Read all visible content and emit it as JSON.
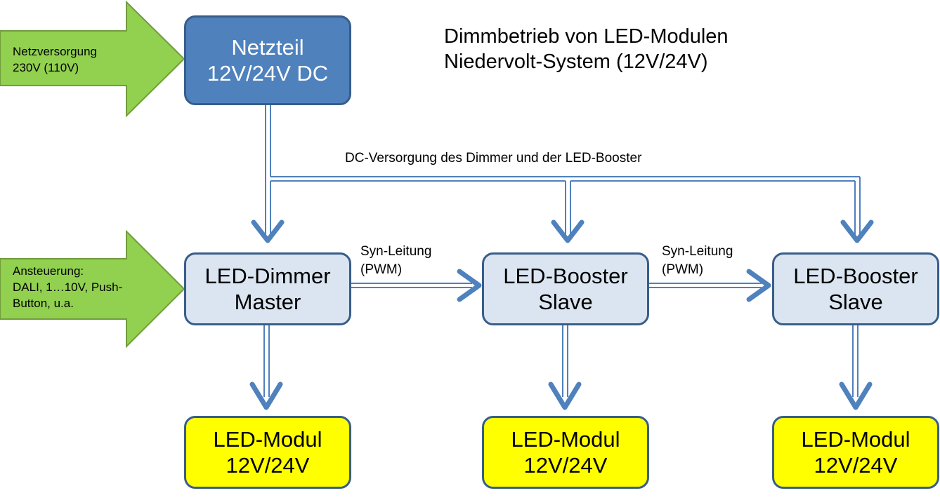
{
  "title": {
    "line1": "Dimmbetrieb von LED-Modulen",
    "line2": "Niedervolt-System (12V/24V)"
  },
  "inputs": {
    "mains": {
      "line1": "Netzversorgung",
      "line2": "230V (110V)"
    },
    "control": {
      "line1": "Ansteuerung:",
      "line2": "DALI, 1…10V, Push-",
      "line3": "Button, u.a."
    }
  },
  "boxes": {
    "power_supply": {
      "line1": "Netzteil",
      "line2": "12V/24V DC"
    },
    "master": {
      "line1": "LED-Dimmer",
      "line2": "Master"
    },
    "booster1": {
      "line1": "LED-Booster",
      "line2": "Slave"
    },
    "booster2": {
      "line1": "LED-Booster",
      "line2": "Slave"
    },
    "module1": {
      "line1": "LED-Modul",
      "line2": "12V/24V"
    },
    "module2": {
      "line1": "LED-Modul",
      "line2": "12V/24V"
    },
    "module3": {
      "line1": "LED-Modul",
      "line2": "12V/24V"
    }
  },
  "labels": {
    "dc_supply": "DC-Versorgung des Dimmer und der LED-Booster",
    "sync1": {
      "line1": "Syn-Leitung",
      "line2": "(PWM)"
    },
    "sync2": {
      "line1": "Syn-Leitung",
      "line2": "(PWM)"
    }
  },
  "colors": {
    "arrow_green": "#92d050",
    "box_blue": "#4f81bd",
    "box_light": "#dbe5f1",
    "box_yellow": "#ffff00",
    "line_blue": "#4f81bd"
  }
}
